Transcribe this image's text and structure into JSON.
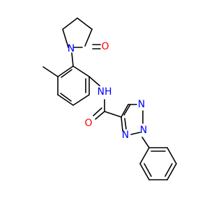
{
  "colors": {
    "carbon": "#000000",
    "nitrogen": "#0000ff",
    "oxygen": "#ff0000",
    "background": "#ffffff"
  },
  "atoms": {
    "o_lactam": {
      "text": "O",
      "color": "#ff0000"
    },
    "n_lactam": {
      "text": "N",
      "color": "#0000ff"
    },
    "nh_amide": {
      "text": "NH",
      "color": "#0000ff"
    },
    "h_amide": {
      "text": "H",
      "color": "#0000ff"
    },
    "o_amide": {
      "text": "O",
      "color": "#ff0000"
    },
    "n_triazole_top": {
      "text": "N",
      "color": "#0000ff"
    },
    "n_triazole_mid": {
      "text": "N",
      "color": "#0000ff"
    },
    "n_triazole_left": {
      "text": "N",
      "color": "#0000ff"
    }
  }
}
